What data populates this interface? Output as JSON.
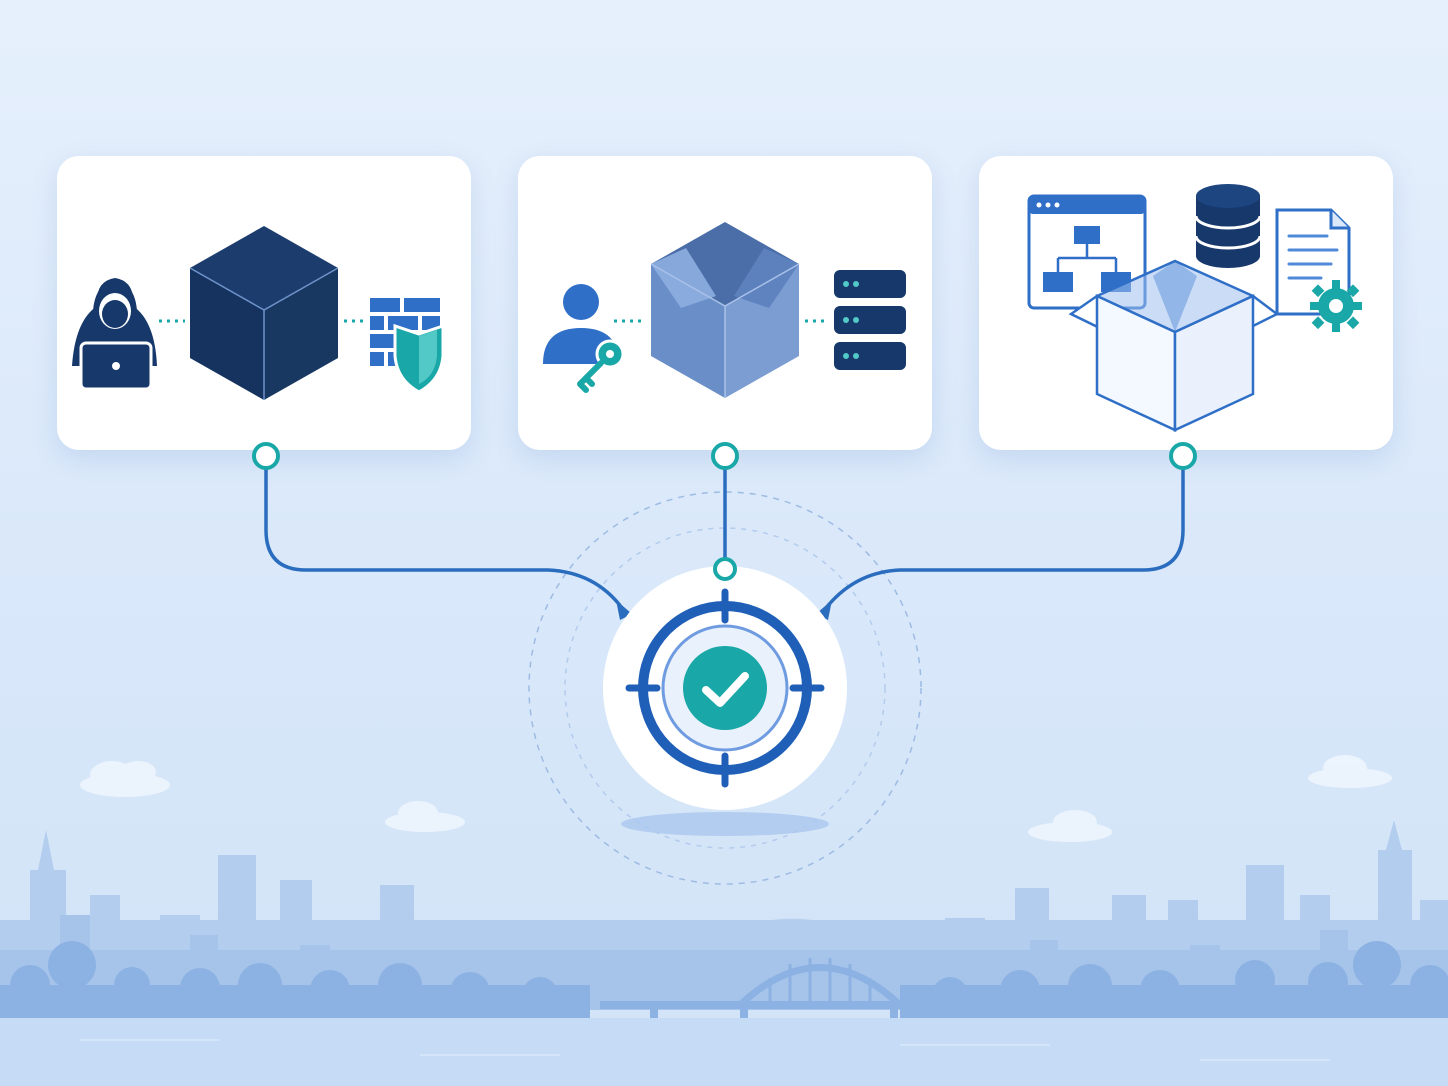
{
  "diagram": {
    "colors": {
      "navy": "#17386b",
      "blue": "#2f6fc7",
      "mid_blue": "#6a8fc8",
      "teal": "#1aa7a7",
      "line": "#2a6dbf",
      "background": "#dbe9fa",
      "city": "#9dbfe8"
    },
    "panels": [
      {
        "id": "black-box",
        "icons": [
          "hacker-laptop-icon",
          "solid-cube-icon",
          "firewall-shield-icon"
        ]
      },
      {
        "id": "gray-box",
        "icons": [
          "user-key-icon",
          "translucent-box-icon",
          "server-stack-icon"
        ]
      },
      {
        "id": "white-box",
        "icons": [
          "architecture-window-icon",
          "database-icon",
          "config-document-icon",
          "open-box-icon"
        ]
      }
    ],
    "target": {
      "icons": [
        "crosshair-target-icon",
        "checkmark-icon"
      ]
    },
    "background_scene": [
      "city-skyline",
      "trees",
      "bridge",
      "hills",
      "water",
      "clouds"
    ]
  }
}
